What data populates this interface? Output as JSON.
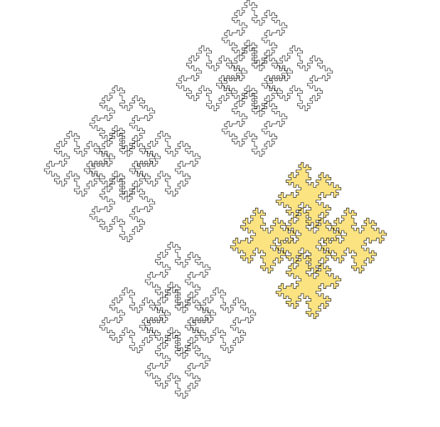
{
  "figure": {
    "kind": "quadratic-koch-island",
    "motif": "plus-shaped-squares",
    "outline_only_count": 3,
    "filled_count": 1
  },
  "colors": {
    "background": "#ffffff",
    "outline": "#1a1a1a",
    "fill": "#fbe382"
  }
}
